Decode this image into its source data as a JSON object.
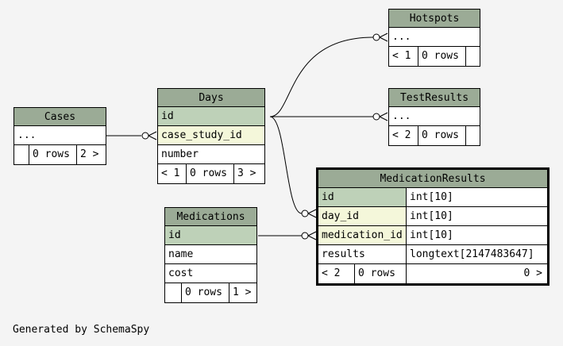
{
  "tables": {
    "hotspots": {
      "name": "Hotspots",
      "rows": [
        "..."
      ],
      "footer": [
        "< 1",
        "0 rows",
        ""
      ]
    },
    "testresults": {
      "name": "TestResults",
      "rows": [
        "..."
      ],
      "footer": [
        "< 2",
        "0 rows",
        ""
      ]
    },
    "cases": {
      "name": "Cases",
      "rows": [
        "..."
      ],
      "footer": [
        "",
        "0 rows",
        "2 >"
      ]
    },
    "days": {
      "name": "Days",
      "rows": [
        "id",
        "case_study_id",
        "number"
      ],
      "footer": [
        "< 1",
        "0 rows",
        "3 >"
      ]
    },
    "medications": {
      "name": "Medications",
      "rows": [
        "id",
        "name",
        "cost"
      ],
      "footer": [
        "",
        "0 rows",
        "1 >"
      ]
    },
    "medicationresults": {
      "name": "MedicationResults",
      "rows": [
        {
          "col": "id",
          "type": "int[10]"
        },
        {
          "col": "day_id",
          "type": "int[10]"
        },
        {
          "col": "medication_id",
          "type": "int[10]"
        },
        {
          "col": "results",
          "type": "longtext[2147483647]"
        }
      ],
      "footer": [
        "< 2",
        "0 rows",
        "0 >"
      ]
    }
  },
  "generated_by": "Generated by SchemaSpy"
}
